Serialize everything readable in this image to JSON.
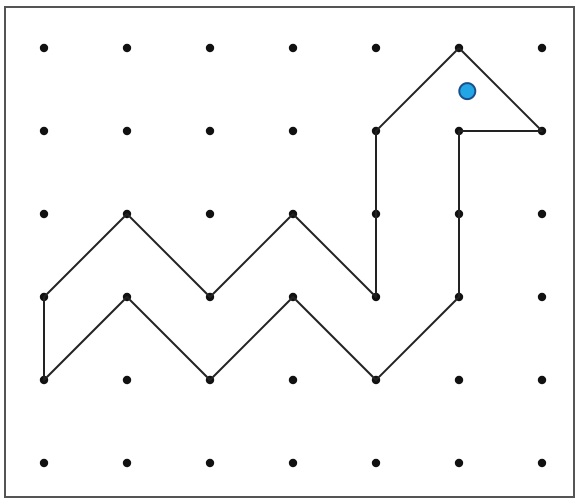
{
  "diagram": {
    "kind": "geoboard-dot-grid",
    "grid": {
      "columns": 7,
      "rows": 6
    },
    "colors": {
      "background": "#ffffff",
      "frame": "#555555",
      "dot": "#111111",
      "outline": "#222222",
      "eye_fill": "#22a6e6",
      "eye_stroke": "#1b4f8c"
    },
    "shape": {
      "description_name": "snake",
      "vertices": [
        [
          5,
          0
        ],
        [
          6,
          1
        ],
        [
          5,
          1
        ],
        [
          5,
          3
        ],
        [
          4,
          4
        ],
        [
          3,
          3
        ],
        [
          2,
          4
        ],
        [
          1,
          3
        ],
        [
          0,
          4
        ],
        [
          0,
          3
        ],
        [
          1,
          2
        ],
        [
          2,
          3
        ],
        [
          3,
          2
        ],
        [
          4,
          3
        ],
        [
          4,
          1
        ],
        [
          5,
          0
        ]
      ],
      "eye": [
        5.1,
        0.52
      ]
    }
  }
}
